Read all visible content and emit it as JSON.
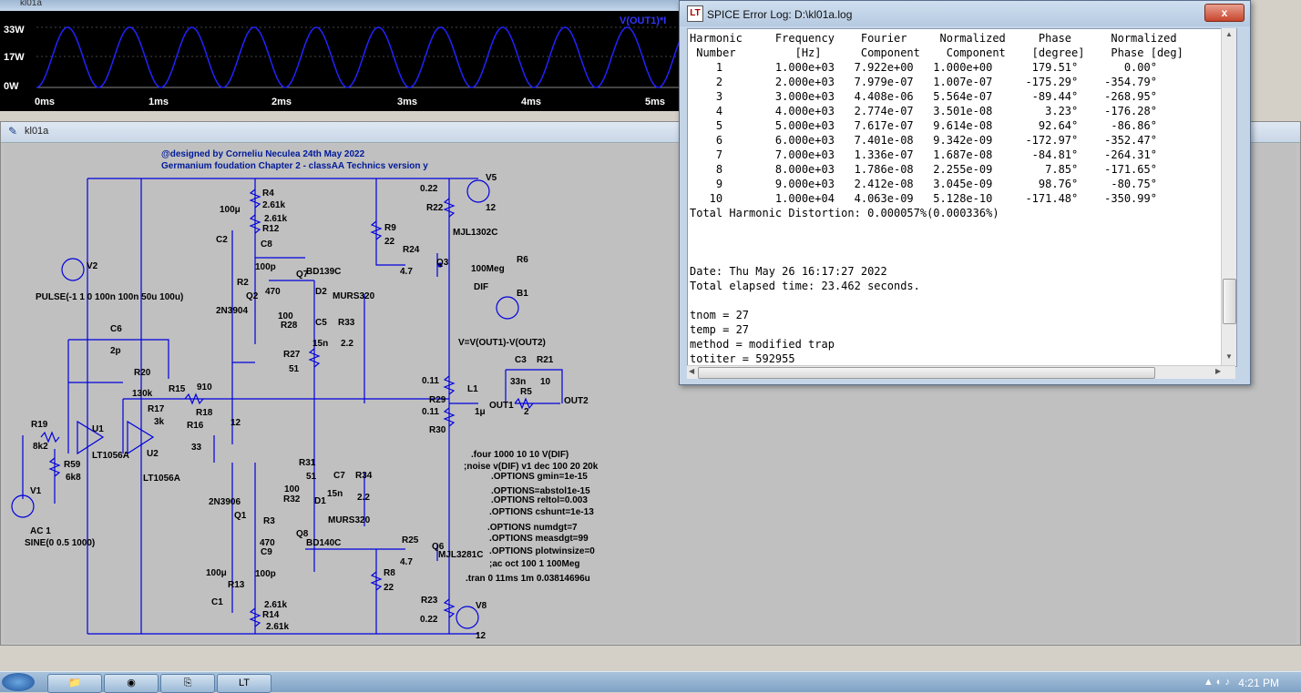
{
  "wave_window": {
    "title": "kl01a",
    "trace_label": "V(OUT1)*I",
    "y_ticks": [
      "33W",
      "17W",
      "0W"
    ],
    "x_ticks": [
      "0ms",
      "1ms",
      "2ms",
      "3ms",
      "4ms",
      "5ms"
    ],
    "trace_color": "#2222ff"
  },
  "schematic_window": {
    "title": "kl01a",
    "header_line1": "@designed by Corneliu Neculea 24th May 2022",
    "header_line2": "Germanium foudation Chapter 2 - classAA Technics version y",
    "wire_color": "#0000dd",
    "labels": {
      "r4": "R4",
      "r4v": "2.61k",
      "c2v": "100μ",
      "r12v": "2.61k",
      "r12": "R12",
      "c2": "C2",
      "c8": "C8",
      "c8v": "100p",
      "r2": "R2",
      "q7": "Q7",
      "bd139": "BD139C",
      "r2v": "470",
      "q2": "Q2",
      "d2": "D2",
      "murs1": "MURS320",
      "q2t": "2N3904",
      "r28v": "100",
      "r28": "R28",
      "c5": "C5",
      "c5v": "15n",
      "r33": "R33",
      "r33v": "2.2",
      "r9": "R9",
      "r9v": "22",
      "r24": "R24",
      "r24v": "4.7",
      "q3": "Q3",
      "mjl1302": "MJL1302C",
      "r22v": "0.22",
      "r22": "R22",
      "v5": "V5",
      "v5v": "12",
      "v2": "V2",
      "pulse": "PULSE(-1 1 0 100n 100n 50u 100u)",
      "c6": "C6",
      "c6v": "2p",
      "r20": "R20",
      "r20v": "130k",
      "r15": "R15",
      "r15v": "910",
      "r17": "R17",
      "r17v": "3k",
      "r18": "R18",
      "r16": "R16",
      "r16v": "12",
      "r16b": "33",
      "r19": "R19",
      "r19v": "8k2",
      "u1": "U1",
      "lt1": "LT1056A",
      "u2": "U2",
      "lt2": "LT1056A",
      "r59": "R59",
      "r59v": "6k8",
      "v1": "V1",
      "ac1": "AC 1",
      "sine": "SINE(0 0.5 1000)",
      "r27": "R27",
      "r27v": "51",
      "r29v1": "0.11",
      "r29": "R29",
      "r29v2": "0.11",
      "r30": "R30",
      "l1": "L1",
      "l1v": "1μ",
      "out1": "OUT1",
      "out2": "OUT2",
      "r5": "R5",
      "r5v": "2",
      "c3": "C3",
      "c3v": "33n",
      "r21": "R21",
      "r21v": "10",
      "vdiff": "V=V(OUT1)-V(OUT2)",
      "r6": "R6",
      "r6v": "100Meg",
      "dif": "DIF",
      "b1": "B1",
      "r31": "R31",
      "r31v": "51",
      "c7": "C7",
      "c7v": "15n",
      "r34": "R34",
      "r34v": "2.2",
      "r32v": "100",
      "r32": "R32",
      "d1": "D1",
      "murs2": "MURS320",
      "q1t": "2N3906",
      "q1": "Q1",
      "r3": "R3",
      "r3v": "470",
      "q8": "Q8",
      "c9": "C9",
      "c9v": "100p",
      "bd140": "BD140C",
      "c1v": "100μ",
      "r13": "R13",
      "c1": "C1",
      "r13v": "2.61k",
      "r14": "R14",
      "r14v": "2.61k",
      "r25": "R25",
      "r25v": "4.7",
      "q6": "Q6",
      "mjl3281": "MJL3281C",
      "r8": "R8",
      "r8v": "22",
      "r23": "R23",
      "r23v": "0.22",
      "v8": "V8",
      "v8v": "12"
    },
    "directives": [
      ".four 1000 10 10 V(DIF)",
      ";noise v(DIF) v1 dec 100 20 20k",
      ".OPTIONS gmin=1e-15",
      ".OPTIONS=abstol1e-15",
      ".OPTIONS reltol=0.003",
      ".OPTIONS cshunt=1e-13",
      ".OPTIONS numdgt=7",
      ".OPTIONS measdgt=99",
      ".OPTIONS plotwinsize=0",
      ";ac oct 100 1 100Meg",
      ".tran 0 11ms 1m 0.03814696u"
    ]
  },
  "error_log": {
    "title": "SPICE Error Log: D:\\kl01a.log",
    "close_label": "x",
    "lines": [
      "Harmonic     Frequency    Fourier     Normalized     Phase      Normalized",
      " Number         [Hz]      Component    Component    [degree]    Phase [deg]",
      "    1        1.000e+03   7.922e+00   1.000e+00      179.51°       0.00°",
      "    2        2.000e+03   7.979e-07   1.007e-07     -175.29°    -354.79°",
      "    3        3.000e+03   4.408e-06   5.564e-07      -89.44°    -268.95°",
      "    4        4.000e+03   2.774e-07   3.501e-08        3.23°    -176.28°",
      "    5        5.000e+03   7.617e-07   9.614e-08       92.64°     -86.86°",
      "    6        6.000e+03   7.401e-08   9.342e-09     -172.97°    -352.47°",
      "    7        7.000e+03   1.336e-07   1.687e-08      -84.81°    -264.31°",
      "    8        8.000e+03   1.786e-08   2.255e-09        7.85°    -171.65°",
      "    9        9.000e+03   2.412e-08   3.045e-09       98.76°     -80.75°",
      "   10        1.000e+04   4.063e-09   5.128e-10     -171.48°    -350.99°",
      "Total Harmonic Distortion: 0.000057%(0.000336%)",
      "",
      "",
      "",
      "Date: Thu May 26 16:17:27 2022",
      "Total elapsed time: 23.462 seconds.",
      "",
      "tnom = 27",
      "temp = 27",
      "method = modified trap",
      "totiter = 592955"
    ]
  },
  "taskbar": {
    "clock": "4:21 PM",
    "buttons": [
      "folder",
      "firefox",
      "pdf-reader",
      "ltspice"
    ]
  }
}
